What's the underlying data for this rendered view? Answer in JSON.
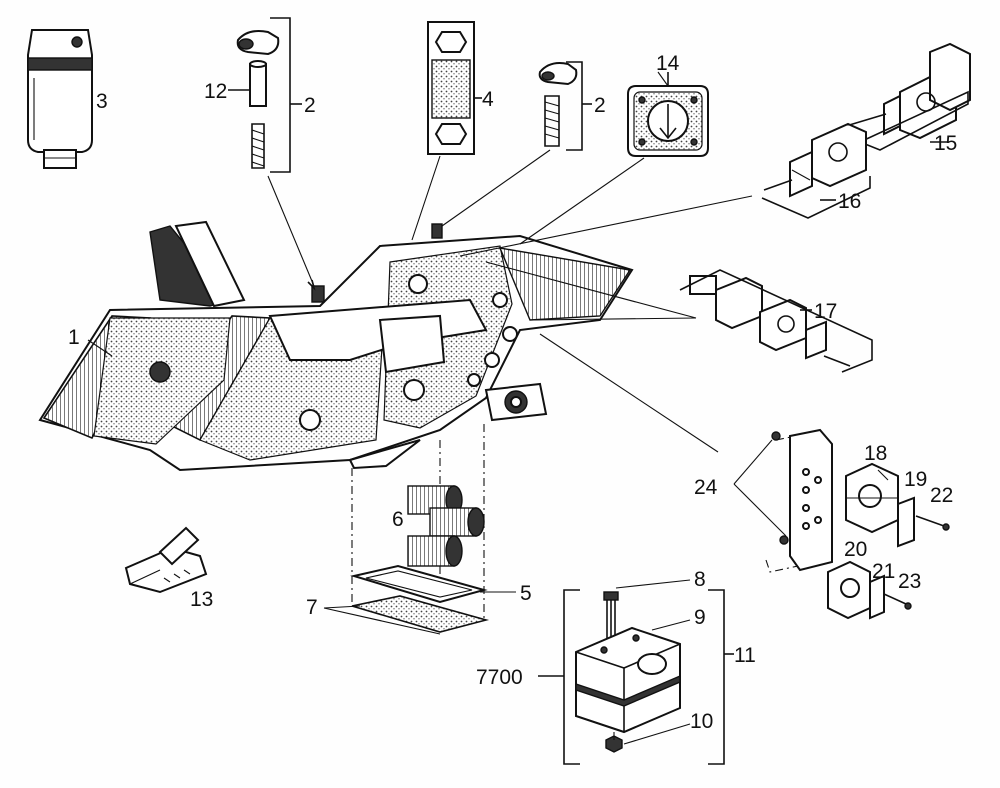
{
  "callouts": [
    "1",
    "2",
    "2",
    "3",
    "4",
    "5",
    "6",
    "7",
    "7700",
    "8",
    "9",
    "10",
    "11",
    "12",
    "13",
    "14",
    "15",
    "16",
    "17",
    "18",
    "19",
    "20",
    "21",
    "22",
    "23",
    "24"
  ]
}
